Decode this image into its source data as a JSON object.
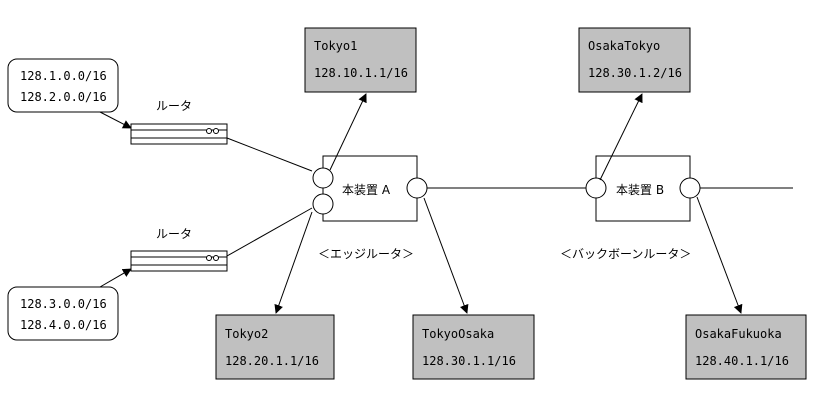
{
  "routes_left_top": {
    "line1": "128.1.0.0/16",
    "line2": "128.2.0.0/16"
  },
  "routes_left_bottom": {
    "line1": "128.3.0.0/16",
    "line2": "128.4.0.0/16"
  },
  "router_label_top": "ルータ",
  "router_label_bottom": "ルータ",
  "device_a": {
    "label": "本装置 A",
    "role": "＜エッジルータ＞"
  },
  "device_b": {
    "label": "本装置 B",
    "role": "＜バックボーンルータ＞"
  },
  "sites": {
    "tokyo1": {
      "name": "Tokyo1",
      "addr": "128.10.1.1/16"
    },
    "tokyo2": {
      "name": "Tokyo2",
      "addr": "128.20.1.1/16"
    },
    "tokyoosaka": {
      "name": "TokyoOsaka",
      "addr": "128.30.1.1/16"
    },
    "osakatokyo": {
      "name": "OsakaTokyo",
      "addr": "128.30.1.2/16"
    },
    "osakafukuoka": {
      "name": "OsakaFukuoka",
      "addr": "128.40.1.1/16"
    }
  },
  "colors": {
    "site_fill": "#c0c0c0",
    "line": "#000000",
    "background": "#ffffff"
  }
}
